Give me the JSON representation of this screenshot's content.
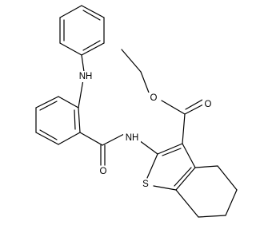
{
  "molecule": {
    "atom_labels": {
      "nh_amine": "NH",
      "nh_amide": "NH",
      "o_carbonyl_amide": "O",
      "o_ester_ether": "O",
      "o_ester_carbonyl": "O",
      "s_thiophene": "S"
    },
    "colors": {
      "bond": "#000000",
      "text": "#000000",
      "background": "#ffffff"
    }
  }
}
